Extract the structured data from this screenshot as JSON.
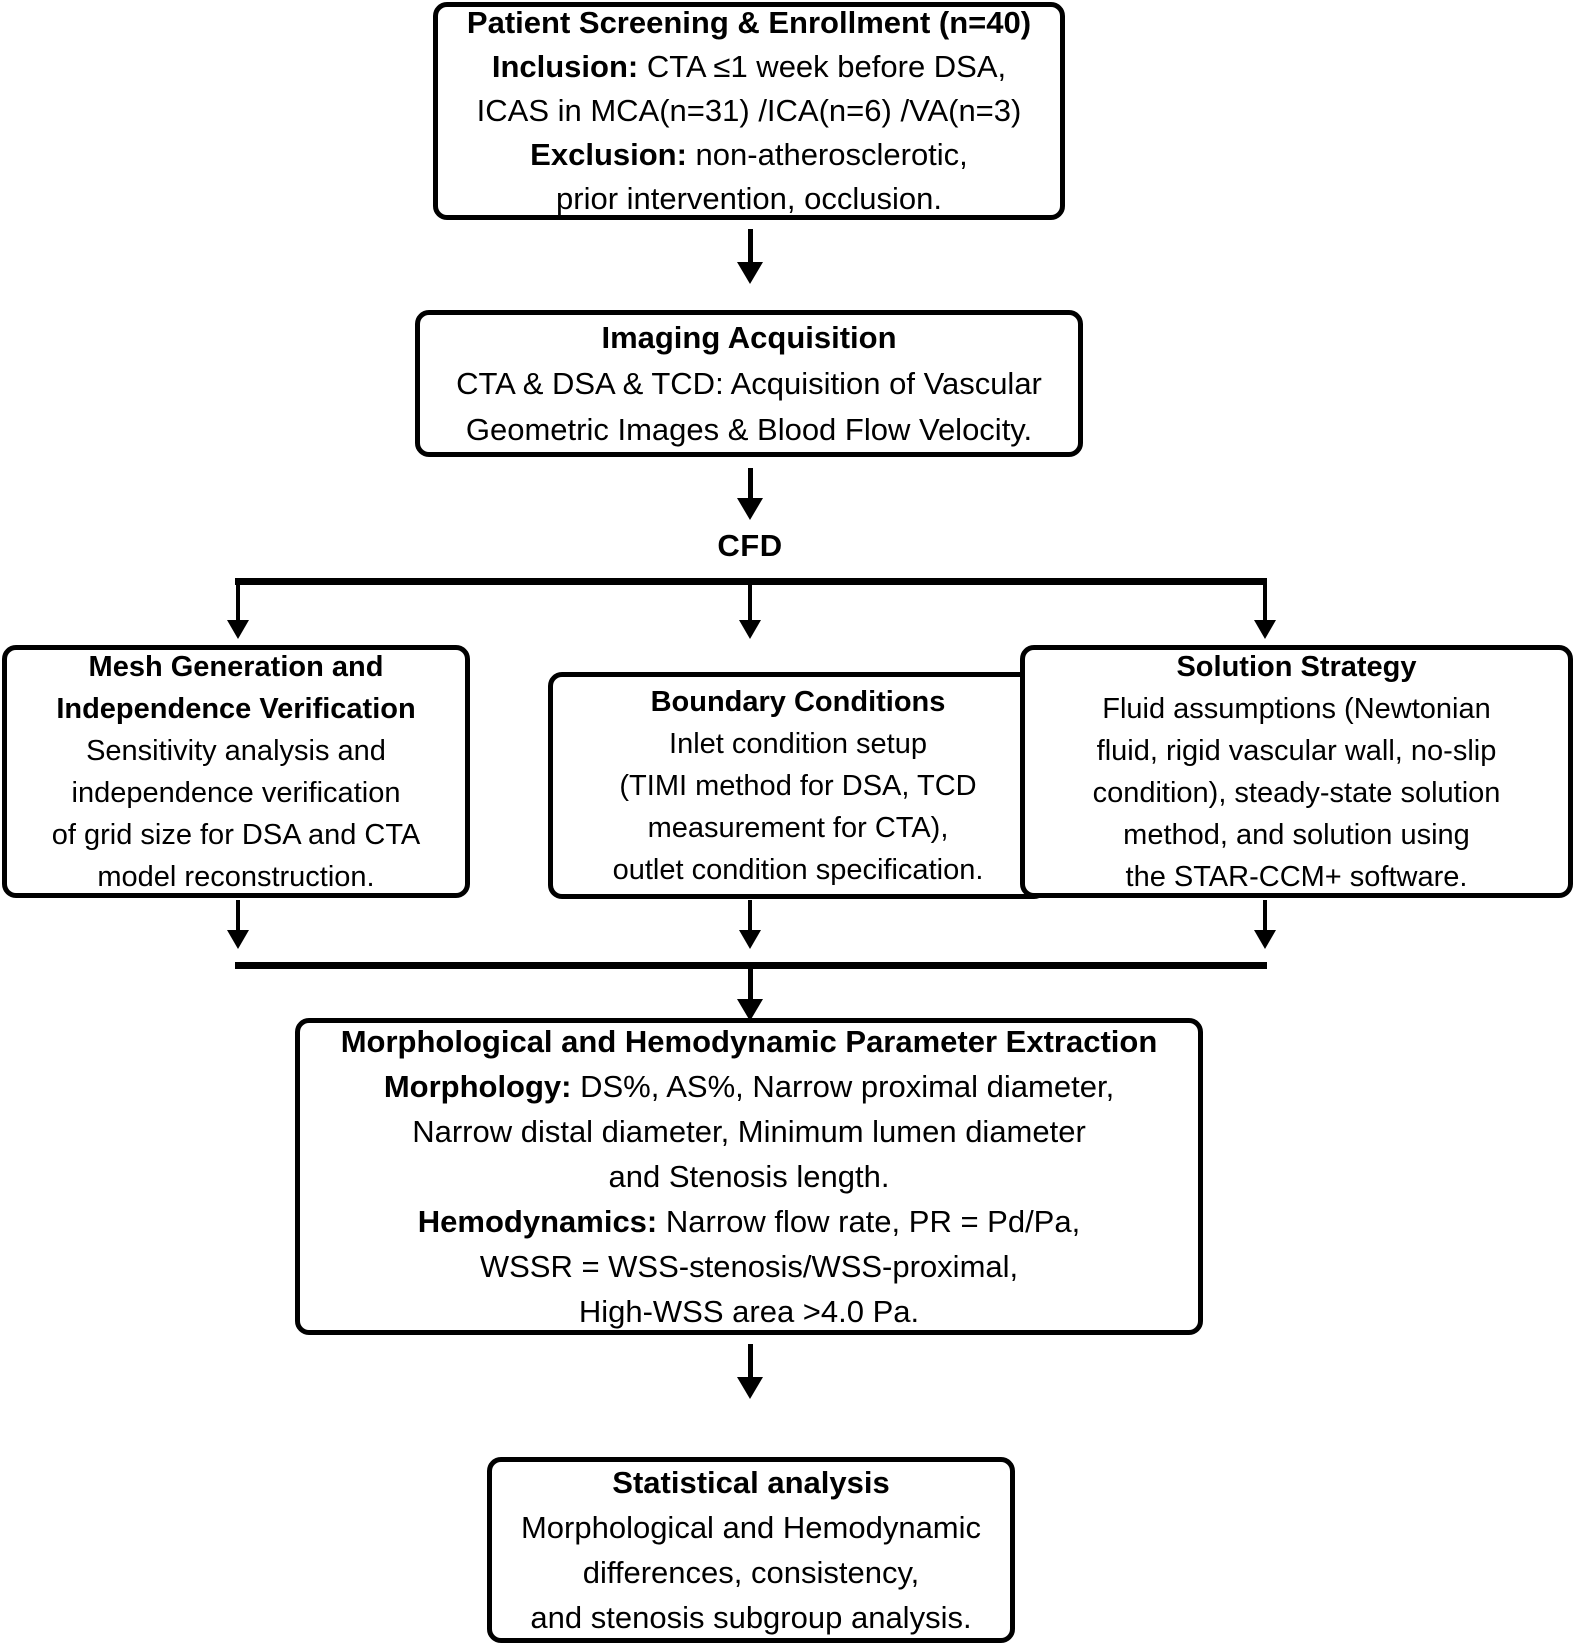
{
  "diagram": {
    "title": "CFD study workflow flowchart",
    "stroke_color": "#000000",
    "background_color": "#ffffff",
    "branch_label": "CFD",
    "nodes": {
      "screening": {
        "title": "Patient Screening & Enrollment (n=40)",
        "lines": [
          "Inclusion: CTA ≤1 week before DSA,",
          "ICAS in MCA(n=31) /ICA(n=6) /VA(n=3)",
          "Exclusion: non-atherosclerotic,",
          "prior intervention, occlusion."
        ],
        "bold_leads": [
          "Inclusion:",
          "",
          "Exclusion:",
          ""
        ]
      },
      "imaging": {
        "title": "Imaging Acquisition",
        "lines": [
          "CTA & DSA & TCD: Acquisition of Vascular",
          "Geometric Images & Blood Flow Velocity."
        ]
      },
      "mesh": {
        "title_line1": "Mesh Generation and",
        "title_line2": "Independence Verification",
        "lines": [
          "Sensitivity analysis and",
          "independence verification",
          "of grid size for DSA and CTA",
          "model reconstruction."
        ]
      },
      "boundary": {
        "title": "Boundary Conditions",
        "lines": [
          "Inlet condition setup",
          "(TIMI method for DSA, TCD",
          "measurement for CTA),",
          "outlet condition specification."
        ]
      },
      "solution": {
        "title": "Solution Strategy",
        "lines": [
          "Fluid assumptions (Newtonian",
          "fluid, rigid vascular wall, no-slip",
          "condition), steady-state solution",
          "method, and solution using",
          "the STAR-CCM+ software."
        ]
      },
      "parameters": {
        "title": "Morphological and Hemodynamic Parameter Extraction",
        "lines": [
          "Morphology: DS%, AS%, Narrow proximal diameter,",
          "Narrow distal diameter, Minimum lumen diameter",
          "and Stenosis length.",
          "Hemodynamics: Narrow flow rate, PR = Pd/Pa,",
          "WSSR = WSS-stenosis/WSS-proximal,",
          "High-WSS area >4.0 Pa."
        ],
        "bold_leads": [
          "Morphology:",
          "",
          "",
          "Hemodynamics:",
          "",
          ""
        ]
      },
      "statistics": {
        "title": "Statistical analysis",
        "lines": [
          "Morphological and Hemodynamic",
          "differences, consistency,",
          "and stenosis subgroup analysis."
        ]
      }
    }
  }
}
